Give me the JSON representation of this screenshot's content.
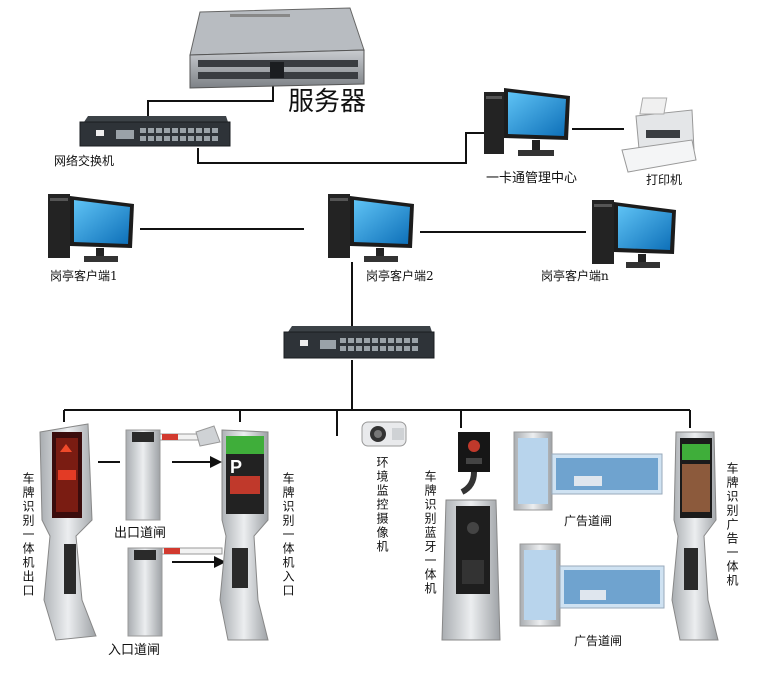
{
  "labels": {
    "server": "服务器",
    "network_switch": "网络交换机",
    "card_center": "一卡通管理中心",
    "printer": "打印机",
    "booth_client_1": "岗亭客户端1",
    "booth_client_2": "岗亭客户端2",
    "booth_client_n": "岗亭客户端n",
    "exit_gate": "出口道闸",
    "entry_gate": "入口道闸",
    "plate_recognition_exit": "车牌识别一体机出口",
    "plate_recognition_entry": "车牌识别一体机入口",
    "environment_camera": "环境监控摄像机",
    "plate_bluetooth": "车牌识别蓝牙一体机",
    "ad_gate_1": "广告道闸",
    "ad_gate_2": "广告道闸",
    "plate_ad": "车牌识别广告一体机"
  },
  "device_text": {
    "gate_display_p": "P"
  },
  "colors": {
    "line": "#111111",
    "switch_body": "#2e3338",
    "monitor_screen": "#1a8fd6",
    "pc_body": "#222222",
    "kiosk_silver": "#d6d8da",
    "gate_arm_red": "#d23a2f",
    "display_green": "#3fae3a"
  }
}
